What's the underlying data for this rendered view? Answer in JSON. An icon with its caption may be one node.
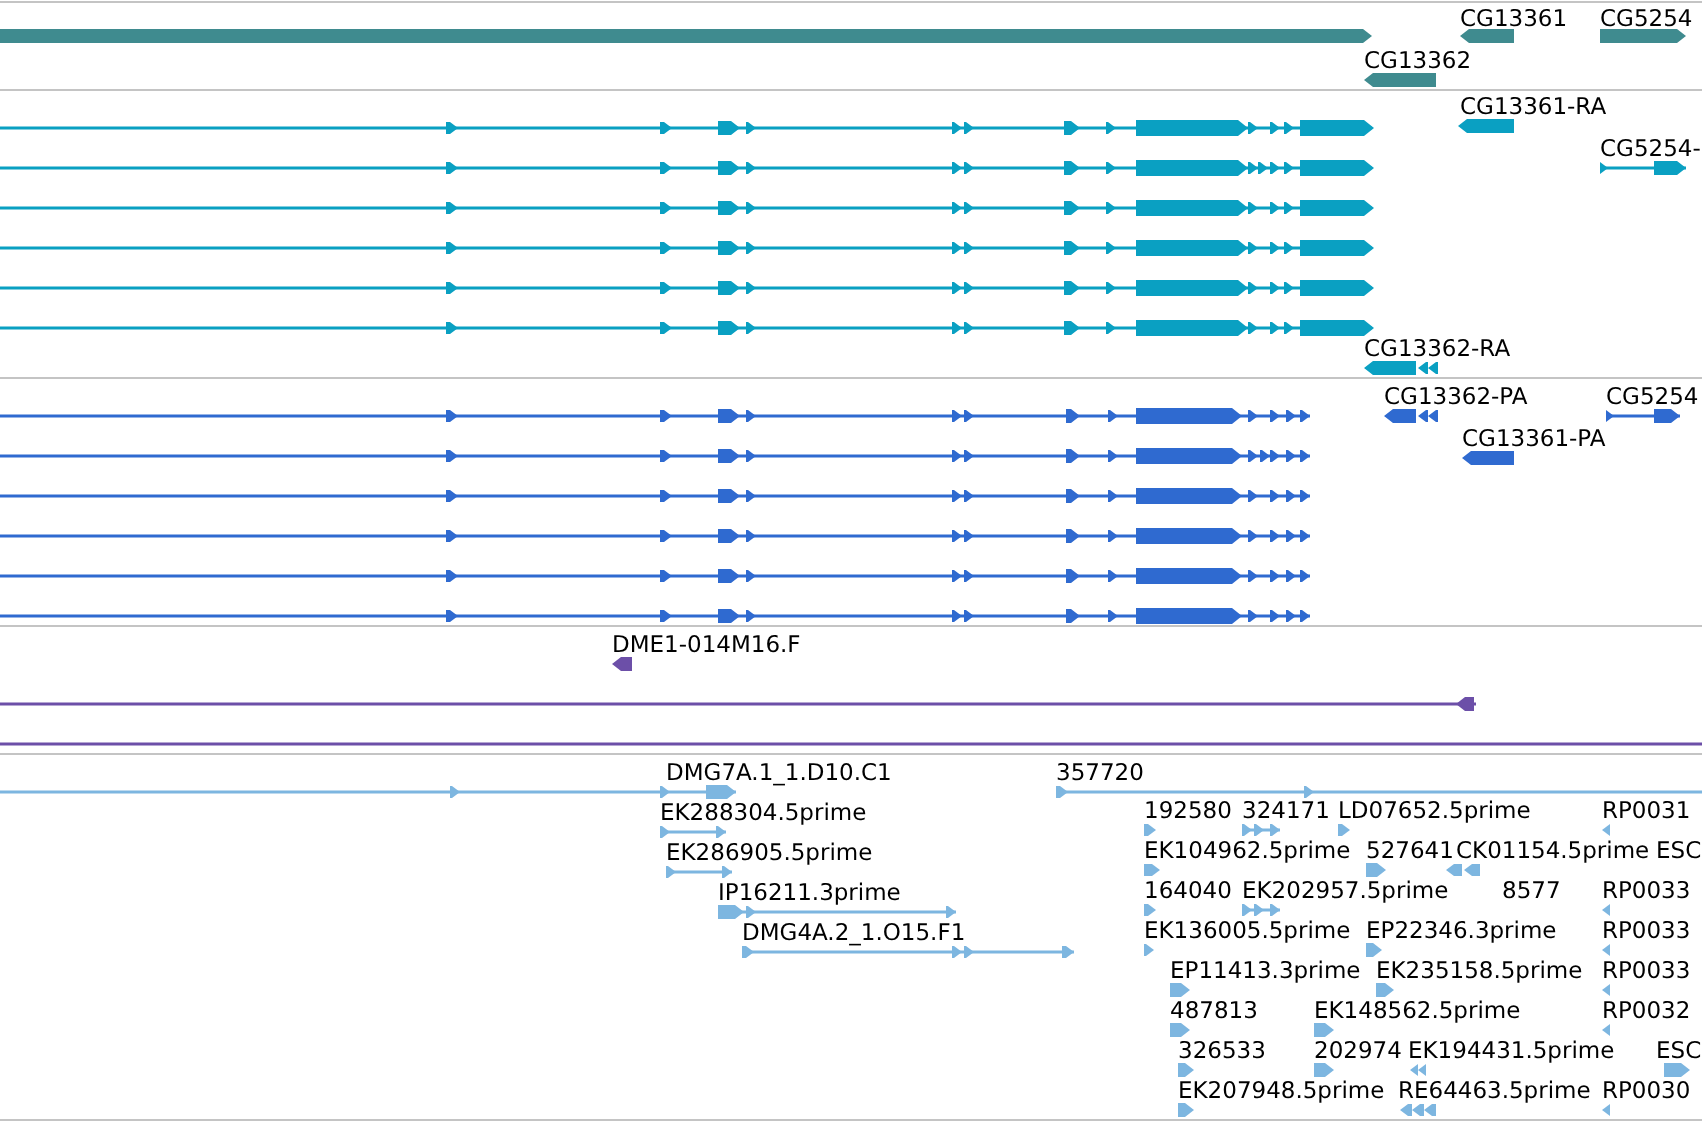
{
  "diagram": {
    "labels": [
      "CG13361",
      "CG5254",
      "CG13362",
      "CG13361-RA",
      "CG5254-",
      "CG13362-RA",
      "CG13362-PA",
      "CG5254",
      "CG13361-PA",
      "DME1-014M16.F",
      "DMG7A.1_1.D10.C1",
      "357720",
      "EK288304.5prime",
      "192580",
      "324171",
      "LD07652.5prime",
      "RP0031",
      "EK286905.5prime",
      "EK104962.5prime",
      "527641",
      "CK01154.5prime",
      "ESC",
      "IP16211.3prime",
      "164040",
      "EK202957.5prime",
      "8577",
      "RP0033",
      "DMG4A.2_1.O15.F1",
      "EK136005.5prime",
      "EP22346.3prime",
      "RP0033",
      "EP11413.3prime",
      "EK235158.5prime",
      "RP0033",
      "487813",
      "EK148562.5prime",
      "RP0032",
      "326533",
      "202974",
      "EK194431.5prime",
      "ESC",
      "EK207948.5prime",
      "RE64463.5prime",
      "RP0030"
    ]
  }
}
